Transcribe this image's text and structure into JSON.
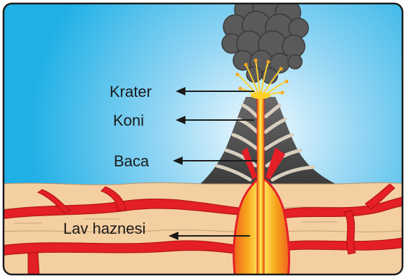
{
  "diagram": {
    "labels": {
      "crater": "Krater",
      "cone": "Koni",
      "vent": "Baca",
      "magma_chamber": "Lav haznesi"
    },
    "colors": {
      "sky_top": "#2bb6e8",
      "sky_glow": "#e8f6ff",
      "ground": "#f4cfa2",
      "magma_red": "#e41f26",
      "lava_yellow": "#ffe74a",
      "lava_orange": "#f59a1f",
      "smoke": "#555555",
      "cone_dark": "#3a3a3a",
      "cone_light": "#c9c1b3"
    }
  }
}
